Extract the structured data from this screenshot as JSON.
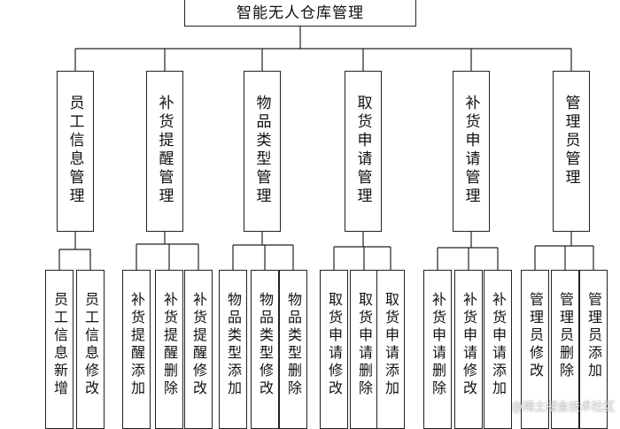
{
  "root": {
    "label": "智能无人仓库管理"
  },
  "modules": [
    {
      "label": "员工信息管理",
      "children": [
        "员工信息新增",
        "员工信息修改"
      ]
    },
    {
      "label": "补货提醒管理",
      "children": [
        "补货提醒添加",
        "补货提醒删除",
        "补货提醒修改"
      ]
    },
    {
      "label": "物品类型管理",
      "children": [
        "物品类型添加",
        "物品类型修改",
        "物品类型删除"
      ]
    },
    {
      "label": "取货申请管理",
      "children": [
        "取货申请修改",
        "取货申请删除",
        "取货申请添加"
      ]
    },
    {
      "label": "补货申请管理",
      "children": [
        "补货申请删除",
        "补货申请修改",
        "补货申请添加"
      ]
    },
    {
      "label": "管理员管理",
      "children": [
        "管理员修改",
        "管理员删除",
        "管理员添加"
      ]
    }
  ],
  "watermark": "@稀土掘金技术社区"
}
